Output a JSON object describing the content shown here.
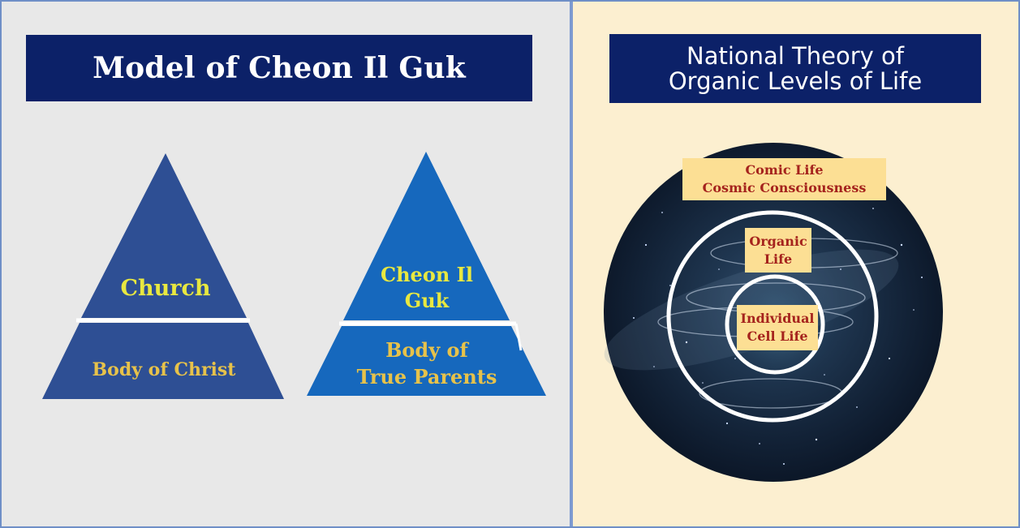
{
  "left_panel": {
    "title": "Model of Cheon Il Guk",
    "triangle_church": {
      "top_label": "Church",
      "bottom_label": "Body of Christ"
    },
    "triangle_cheon_il_guk": {
      "top_label_line1": "Cheon Il",
      "top_label_line2": "Guk",
      "bottom_label_line1": "Body of",
      "bottom_label_line2": "True Parents"
    }
  },
  "right_panel": {
    "title_line1": "National Theory of",
    "title_line2": "Organic Levels of Life",
    "outer_label_line1": "Comic Life",
    "outer_label_line2": "Cosmic Consciousness",
    "middle_label_line1": "Organic",
    "middle_label_line2": "Life",
    "inner_label_line1": "Individual",
    "inner_label_line2": "Cell Life"
  },
  "colors": {
    "title_bg": "#0c2168",
    "left_bg": "#e8e8e8",
    "right_bg": "#fcefd0",
    "triangle_left": "#2e4f94",
    "triangle_right": "#1668bd",
    "label_yellow": "#e8e840",
    "label_gold": "#e7c24a",
    "ring_label_bg": "#fcdf94",
    "ring_label_text": "#a5231d"
  }
}
